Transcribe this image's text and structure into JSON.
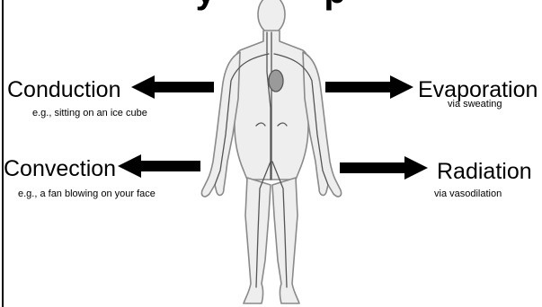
{
  "title": {
    "left": "y",
    "right": "p"
  },
  "mechanisms": [
    {
      "name": "Conduction",
      "note": "e.g., sitting on an ice cube"
    },
    {
      "name": "Evaporation",
      "note": "via sweating"
    },
    {
      "name": "Convection",
      "note": "e.g., a fan blowing on your face"
    },
    {
      "name": "Radiation",
      "note": "via vasodilation"
    }
  ],
  "icons": [
    "arrow-left-icon",
    "arrow-right-icon",
    "human-body-circulatory-icon"
  ],
  "colors": {
    "text": "#000000",
    "figure_outline": "#8a8a8a",
    "vessels": "#555555"
  }
}
